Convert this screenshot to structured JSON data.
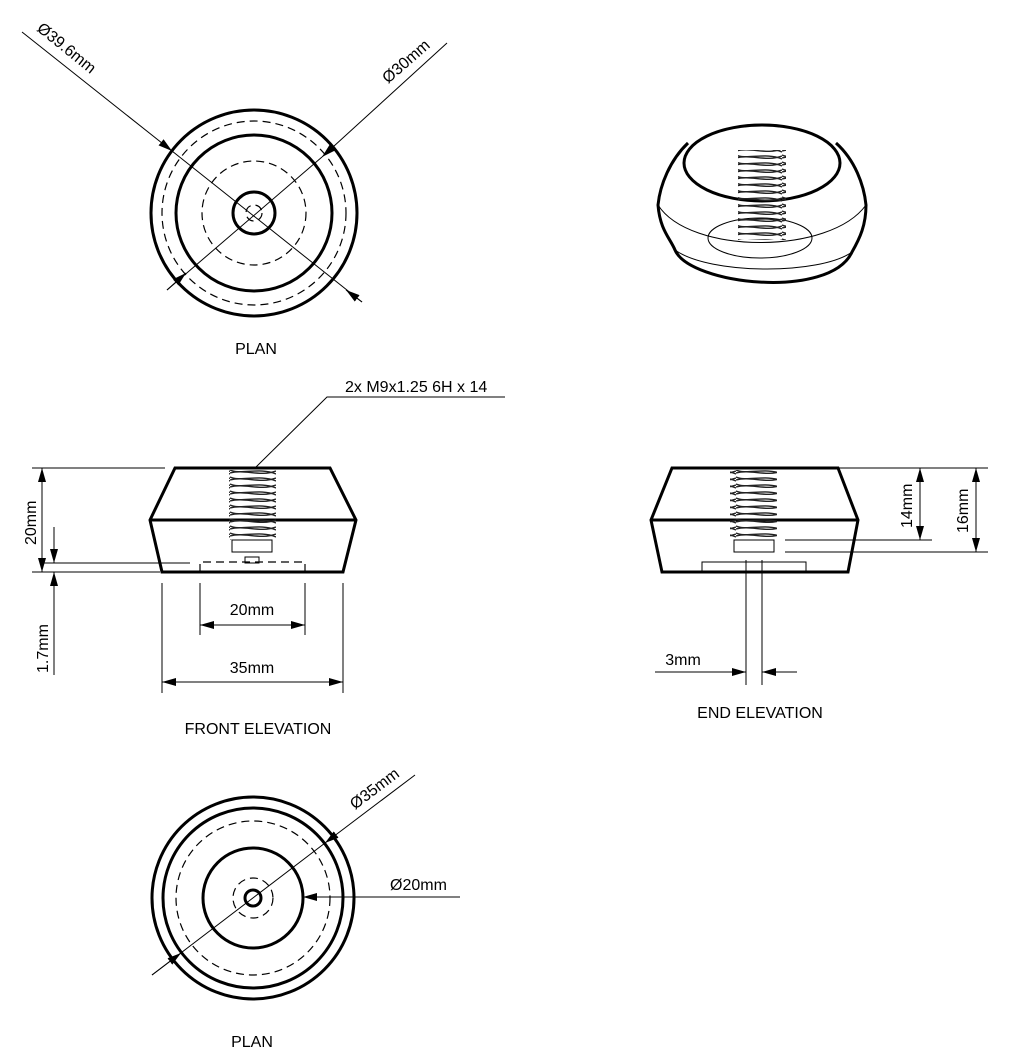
{
  "plan_top": {
    "label": "PLAN",
    "dim_outer": "Ø39.6mm",
    "dim_inner": "Ø30mm"
  },
  "front_elevation": {
    "label": "FRONT ELEVATION",
    "thread_callout": "2x M9x1.25 6H x 14",
    "height": "20mm",
    "recess_depth": "1.7mm",
    "recess_width": "20mm",
    "base_width": "35mm"
  },
  "end_elevation": {
    "label": "END ELEVATION",
    "thread_depth": "14mm",
    "total_height": "16mm",
    "hole_width": "3mm"
  },
  "plan_bottom": {
    "label": "PLAN",
    "dim_outer": "Ø35mm",
    "dim_inner": "Ø20mm"
  }
}
